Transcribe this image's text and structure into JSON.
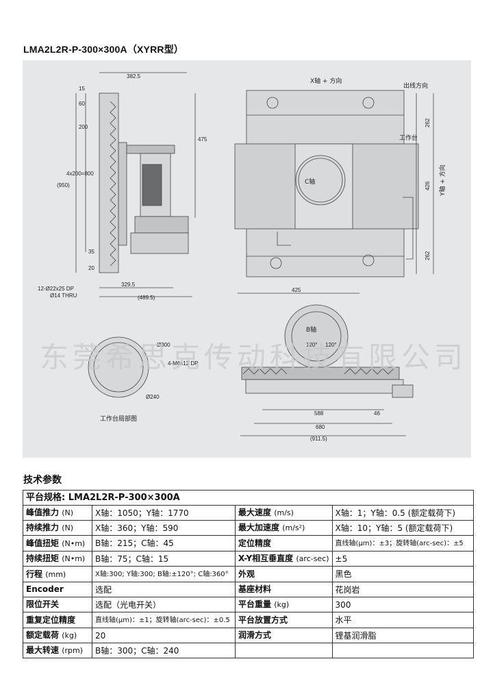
{
  "model_title": "LMA2L2R-P-300×300A（XYRR型）",
  "drawing": {
    "dims_side": [
      "382.5",
      "15",
      "60",
      "200",
      "475",
      "(950)",
      "4x200=800",
      "35",
      "20",
      "329.5",
      "(489.5)"
    ],
    "hole_note": [
      "12-Ø22x25 DP",
      "Ø14 THRU"
    ],
    "top_x_dir": "X轴 + 方向",
    "top_cable_dir": "出线方向",
    "top_worktable": "工作台",
    "top_c_axis": "C轴",
    "top_y_dir": "Y轴 + 方向",
    "top_dims": [
      "262",
      "426",
      "262"
    ],
    "front_dims": [
      "425",
      "588",
      "46",
      "680",
      "(911.5)"
    ],
    "front_b_axis": "B轴",
    "front_angles": [
      "120°",
      "120°"
    ],
    "detail_dims": [
      "Ø300",
      "4-M6x12 DP",
      "Ø240"
    ],
    "detail_caption": "工作台局部图"
  },
  "watermark": "东莞希思克传动科技有限公司",
  "spec_heading": "技术参数",
  "spec": {
    "title_label": "平台规格:",
    "title_value": "LMA2L2R-P-300×300A",
    "rows": [
      {
        "l1": "峰值推力",
        "u1": "(N)",
        "v1": "X轴：1050；Y轴：1770",
        "l2": "最大速度",
        "u2": "(m/s)",
        "v2": "X轴：1；Y轴：0.5 (额定载荷下)"
      },
      {
        "l1": "持续推力",
        "u1": "(N)",
        "v1": "X轴：360；Y轴：590",
        "l2": "最大加速度",
        "u2": "(m/s²)",
        "v2": "X轴：10；Y轴：5 (额定载荷下)"
      },
      {
        "l1": "峰值扭矩",
        "u1": "(N•m)",
        "v1": "B轴：215；C轴：45",
        "l2": "定位精度",
        "u2": "",
        "v2": "直线轴(μm)：±3；旋转轴(arc-sec)：±5"
      },
      {
        "l1": "持续扭矩",
        "u1": "(N•m)",
        "v1": "B轴：75；C轴：15",
        "l2": "X-Y相互垂直度",
        "u2": "(arc-sec)",
        "v2": "±5"
      },
      {
        "l1": "行程",
        "u1": "(mm)",
        "v1": "X轴:300; Y轴:300; B轴:±120°; C轴:360°",
        "l2": "外观",
        "u2": "",
        "v2": "黑色"
      },
      {
        "l1": "Encoder",
        "u1": "",
        "v1": "选配",
        "l2": "基座材料",
        "u2": "",
        "v2": "花岗岩"
      },
      {
        "l1": "限位开关",
        "u1": "",
        "v1": "选配（光电开关）",
        "l2": "平台重量",
        "u2": "(kg)",
        "v2": "300"
      },
      {
        "l1": "重复定位精度",
        "u1": "",
        "v1": "直线轴(μm)：±1；旋转轴(arc-sec)：±0.5",
        "l2": "平台放置方式",
        "u2": "",
        "v2": "水平"
      },
      {
        "l1": "额定载荷",
        "u1": "(kg)",
        "v1": "20",
        "l2": "润滑方式",
        "u2": "",
        "v2": "锂基润滑脂"
      },
      {
        "l1": "最大转速",
        "u1": "(rpm)",
        "v1": "B轴：300；C轴：240",
        "l2": "",
        "u2": "",
        "v2": ""
      }
    ]
  }
}
